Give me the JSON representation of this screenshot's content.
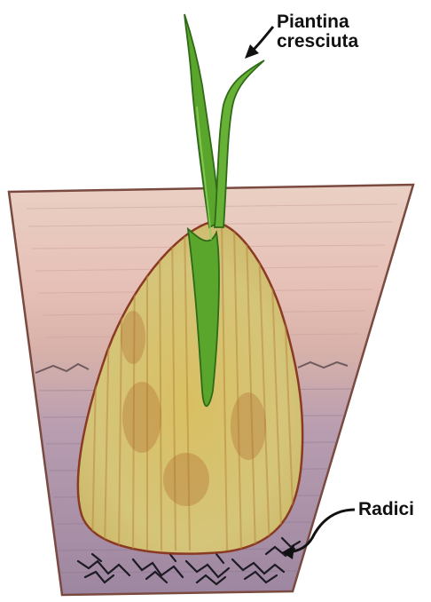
{
  "labels": {
    "plant_line1": "Piantina",
    "plant_line2": "cresciuta",
    "roots": "Radici"
  },
  "colors": {
    "pot_top": "#e9c9bd",
    "pot_bottom": "#aa90a8",
    "pot_outline": "#7a4a40",
    "seed_fill": "#d4c070",
    "seed_streak": "#b98a40",
    "seed_outline": "#8a3a22",
    "sprout": "#5aa52c",
    "sprout_outline": "#2f6a18",
    "roots": "#1c1a22",
    "text": "#111111"
  }
}
